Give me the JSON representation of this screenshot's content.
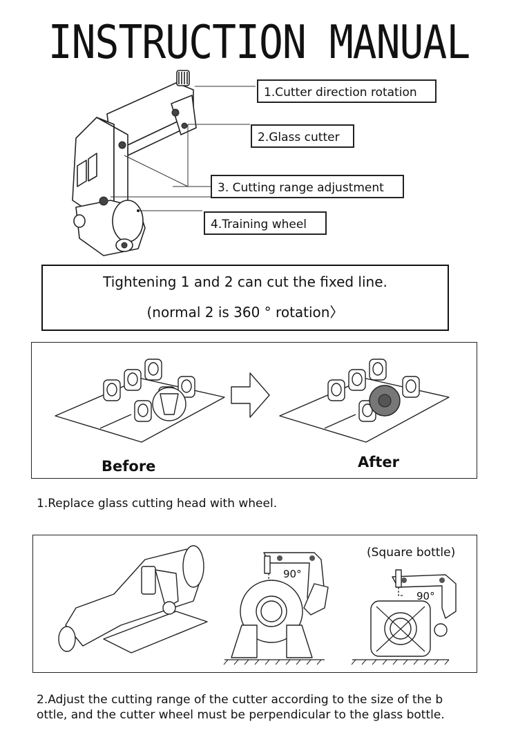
{
  "title": "INSTRUCTION MANUAL",
  "callouts": [
    "1.Cutter direction rotation",
    "2.Glass cutter",
    "3. Cutting range adjustment",
    "4.Training wheel"
  ],
  "note": {
    "line1": "Tightening 1 and 2 can cut the fixed line.",
    "line2": "(normal 2 is 360 ° rotation〉"
  },
  "step1": {
    "before_label": "Before",
    "after_label": "After",
    "caption": "1.Replace glass cutting head with wheel."
  },
  "step2": {
    "square_label": "(Square bottle)",
    "angle_label_1": "90°",
    "angle_label_2": "90°",
    "caption_line1": "2.Adjust the cutting range of the cutter according to the size of the b",
    "caption_line2": "ottle, and the cutter wheel must be perpendicular to the glass bottle."
  }
}
